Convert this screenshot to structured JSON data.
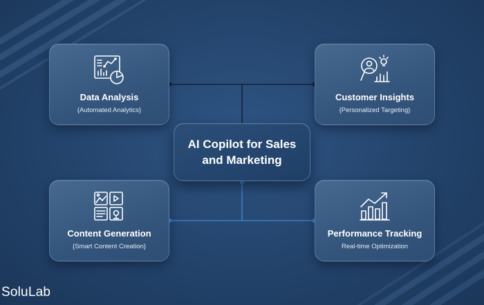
{
  "center": {
    "line1": "AI Copilot for Sales",
    "line2": "and Marketing"
  },
  "cards": [
    {
      "id": "data-analysis",
      "title": "Data Analysis",
      "subtitle": "{Automated Analytics}",
      "icon": "analytics-dashboard-icon"
    },
    {
      "id": "customer-insights",
      "title": "Customer Insights",
      "subtitle": "{Personalized Targeting}",
      "icon": "customer-search-icon"
    },
    {
      "id": "content-generation",
      "title": "Content Generation",
      "subtitle": "{Smart Content Creation}",
      "icon": "content-media-icon"
    },
    {
      "id": "performance-tracking",
      "title": "Performance Tracking",
      "subtitle": "Real-time Optimization",
      "icon": "growth-chart-icon"
    }
  ],
  "brand": {
    "name": "SoluLab"
  },
  "colors": {
    "background": "#25466f",
    "card": "#3d5f86",
    "connector_top": "#1a2535",
    "connector_bottom": "#3f82c8",
    "text": "#ffffff"
  }
}
